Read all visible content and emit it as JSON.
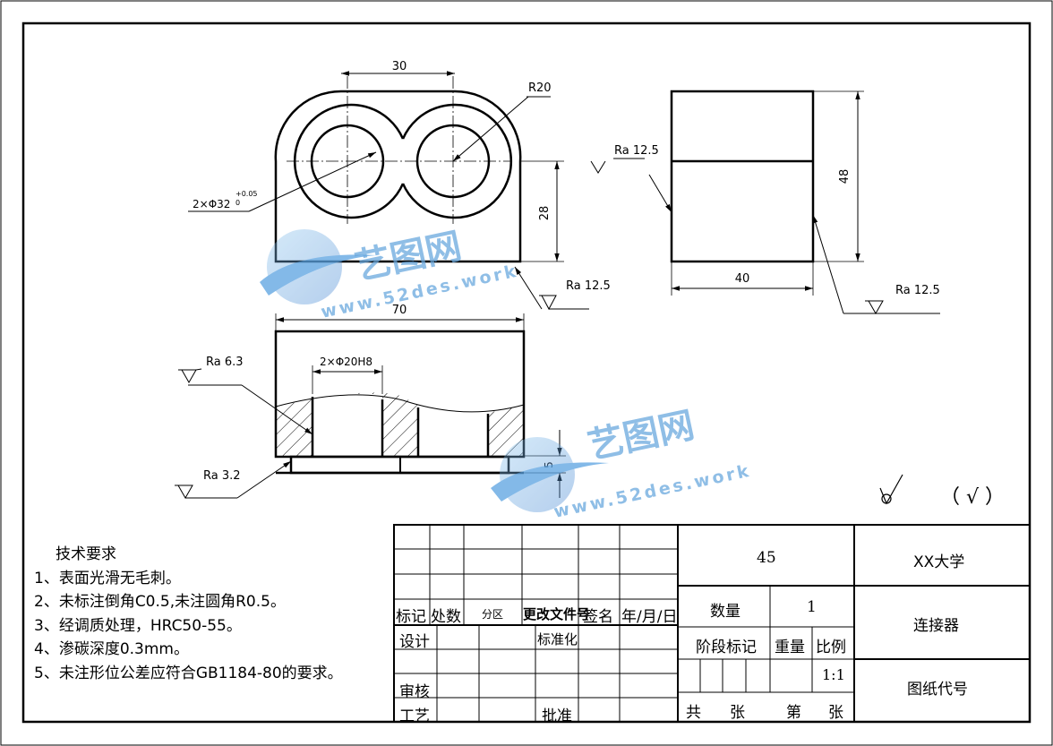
{
  "dimensions": {
    "width_top": "30",
    "radius": "R20",
    "holes_top": "2×Φ32",
    "tol_upper": "+0.05",
    "tol_lower": "0",
    "height_28": "28",
    "height_48": "48",
    "width_40": "40",
    "width_70": "70",
    "holes_section": "2×Φ20H8",
    "depth_5": "5"
  },
  "roughness": {
    "ra_left_top": "Ra 12.5",
    "ra_bottom_front": "Ra 12.5",
    "ra_side_bottom": "Ra 12.5",
    "ra_section_top": "Ra 6.3",
    "ra_section_bottom": "Ra 3.2",
    "general_mark": "（ √ ）"
  },
  "watermark": {
    "brand": "艺图网",
    "url": "www.52des.work"
  },
  "tech_requirements": {
    "title": "技术要求",
    "items": [
      "1、表面光滑无毛刺。",
      "2、未标注倒角C0.5,未注圆角R0.5。",
      "3、经调质处理，HRC50-55。",
      "4、渗碳深度0.3mm。",
      "5、未注形位公差应符合GB1184-80的要求。"
    ]
  },
  "title_block": {
    "mark": "标记",
    "count": "处数",
    "zone": "分区",
    "doc_no": "更改文件号",
    "sign": "签名",
    "date": "年/月/日",
    "design": "设计",
    "standard": "标准化",
    "check": "审核",
    "process": "工艺",
    "approve": "批准",
    "material": "45",
    "quantity_label": "数量",
    "quantity": "1",
    "stage_label": "阶段标记",
    "weight_label": "重量",
    "scale_label": "比例",
    "scale": "1:1",
    "total": "共",
    "sheets": "张",
    "sheet_no": "第",
    "sheets2": "张",
    "school": "XX大学",
    "part_name": "连接器",
    "drawing_code": "图纸代号"
  }
}
